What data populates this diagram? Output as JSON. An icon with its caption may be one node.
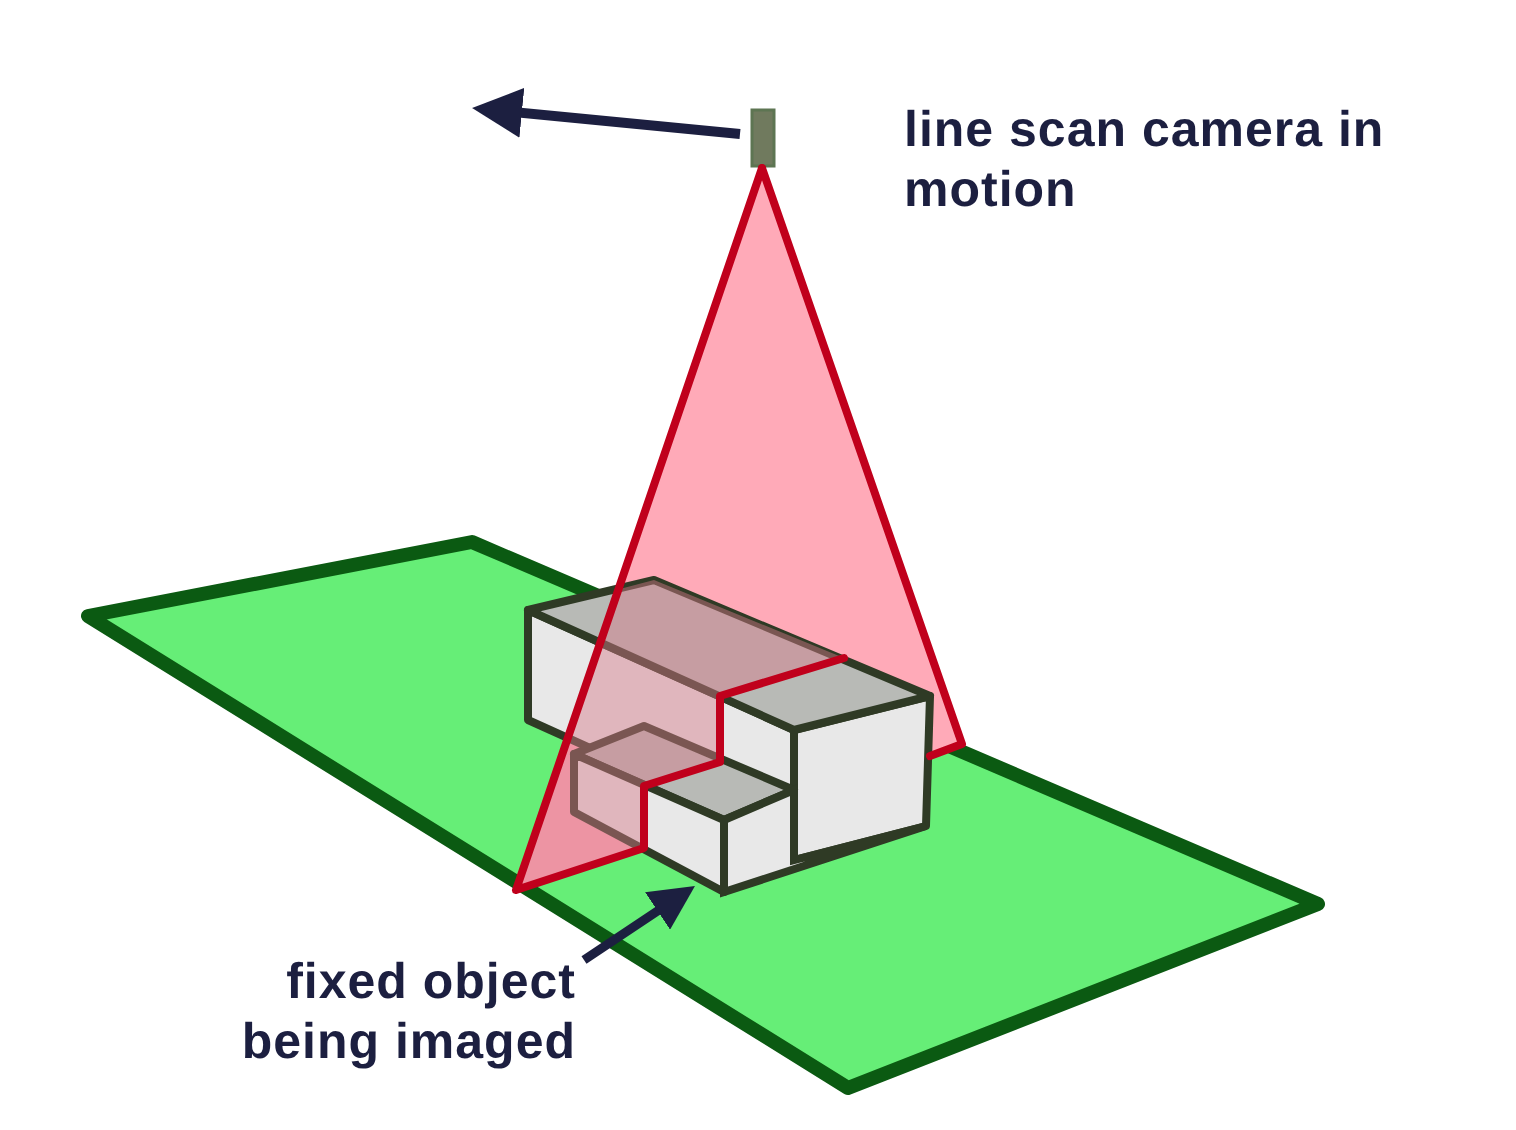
{
  "diagram": {
    "nodes": [
      {
        "text": [
          "fixed object being imaged"
        ]
      },
      {
        "text": [],
        "shape": "picture"
      }
    ],
    "edges": [
      {
        "from": 0,
        "to": 1,
        "arrow": "to"
      }
    ],
    "labels": [
      "line scan camera in motion"
    ]
  }
}
